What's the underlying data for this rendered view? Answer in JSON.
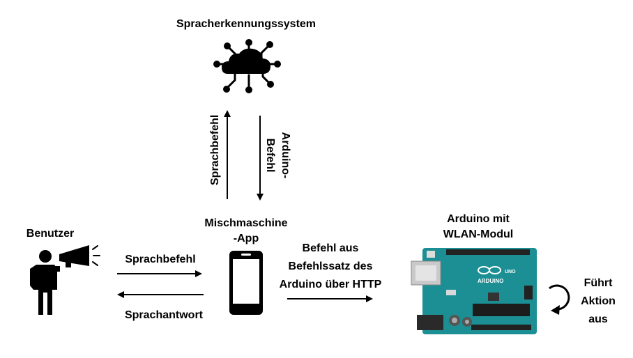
{
  "nodes": {
    "speech_system": {
      "label": "Spracherkennungssystem",
      "icon": "cloud-network-icon"
    },
    "user": {
      "label": "Benutzer",
      "icon": "person-megaphone-icon"
    },
    "app": {
      "label_line1": "Mischmaschine",
      "label_line2": "-App",
      "icon": "smartphone-icon"
    },
    "arduino": {
      "label_line1": "Arduino mit",
      "label_line2": "WLAN-Modul",
      "icon": "arduino-board-icon"
    },
    "action": {
      "line1": "Führt",
      "line2": "Aktion",
      "line3": "aus",
      "icon": "rotate-arrow-icon"
    }
  },
  "edges": {
    "app_to_speech": "Sprachbefehl",
    "speech_to_app_line1": "Arduino-",
    "speech_to_app_line2": "Befehl",
    "user_to_app": "Sprachbefehl",
    "app_to_user": "Sprachantwort",
    "app_to_arduino_line1": "Befehl aus",
    "app_to_arduino_line2": "Befehlssatz des",
    "app_to_arduino_line3": "Arduino über HTTP"
  },
  "board": {
    "brand": "ARDUINO",
    "model": "UNO"
  },
  "colors": {
    "board": "#1b8f94",
    "ink": "#000000"
  }
}
